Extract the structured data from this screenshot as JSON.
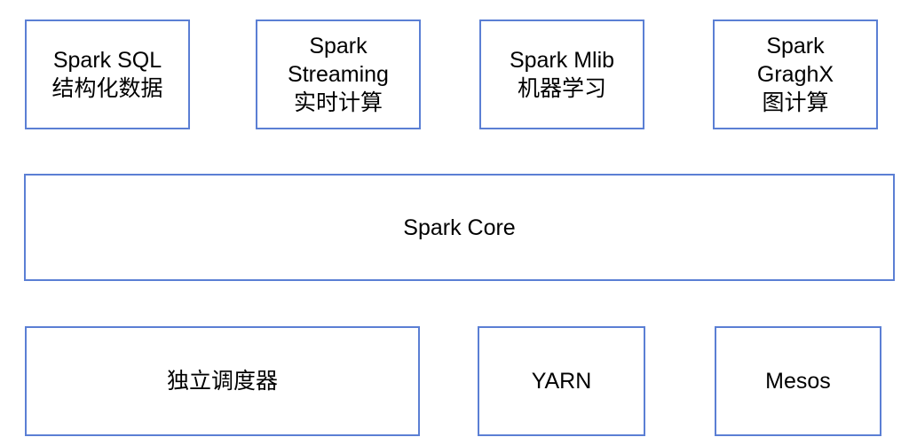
{
  "style": {
    "box_border_color": "#5b7fd4",
    "box_background_color": "#ffffff",
    "text_color": "#000000"
  },
  "diagram": {
    "top_row": [
      {
        "id": "spark-sql",
        "label": "Spark SQL\n结构化数据"
      },
      {
        "id": "spark-streaming",
        "label": "Spark\nStreaming\n实时计算"
      },
      {
        "id": "spark-mlib",
        "label": "Spark Mlib\n机器学习"
      },
      {
        "id": "spark-graghx",
        "label": "Spark\nGraghX\n图计算"
      }
    ],
    "middle_row": [
      {
        "id": "spark-core",
        "label": "Spark Core"
      }
    ],
    "bottom_row": [
      {
        "id": "standalone-scheduler",
        "label": "独立调度器"
      },
      {
        "id": "yarn",
        "label": "YARN"
      },
      {
        "id": "mesos",
        "label": "Mesos"
      }
    ]
  }
}
